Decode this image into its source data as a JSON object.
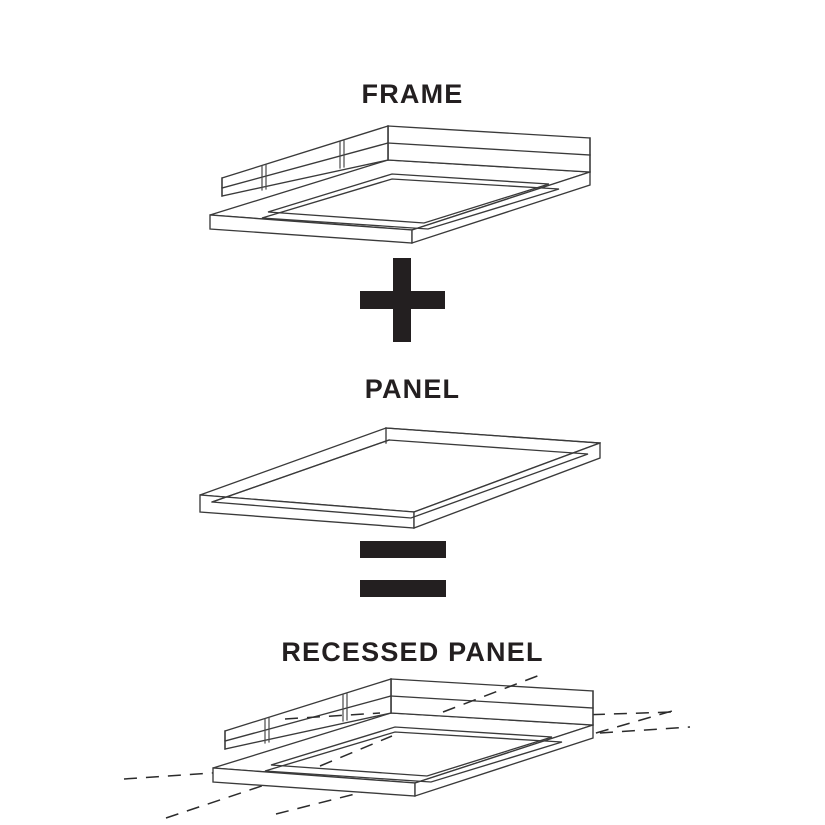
{
  "diagram": {
    "title_frame": "FRAME",
    "title_panel": "PANEL",
    "title_result": "RECESSED PANEL",
    "operator_plus": "+",
    "operator_equals": "=",
    "line_color": "#3a3a3a",
    "text_color": "#231f20",
    "background_color": "#ffffff",
    "style": "isometric line drawing",
    "equation": "FRAME + PANEL = RECESSED PANEL"
  },
  "parts": [
    {
      "name": "FRAME",
      "description": "Rectangular luminaire frame with raised perimeter flange and open center aperture, shown in isometric view"
    },
    {
      "name": "PANEL",
      "description": "Thin flat rectangular light panel slab shown in isometric view"
    },
    {
      "name": "RECESSED PANEL",
      "description": "Assembled frame and panel shown recessed into a ceiling plane indicated by dashed lines"
    }
  ]
}
